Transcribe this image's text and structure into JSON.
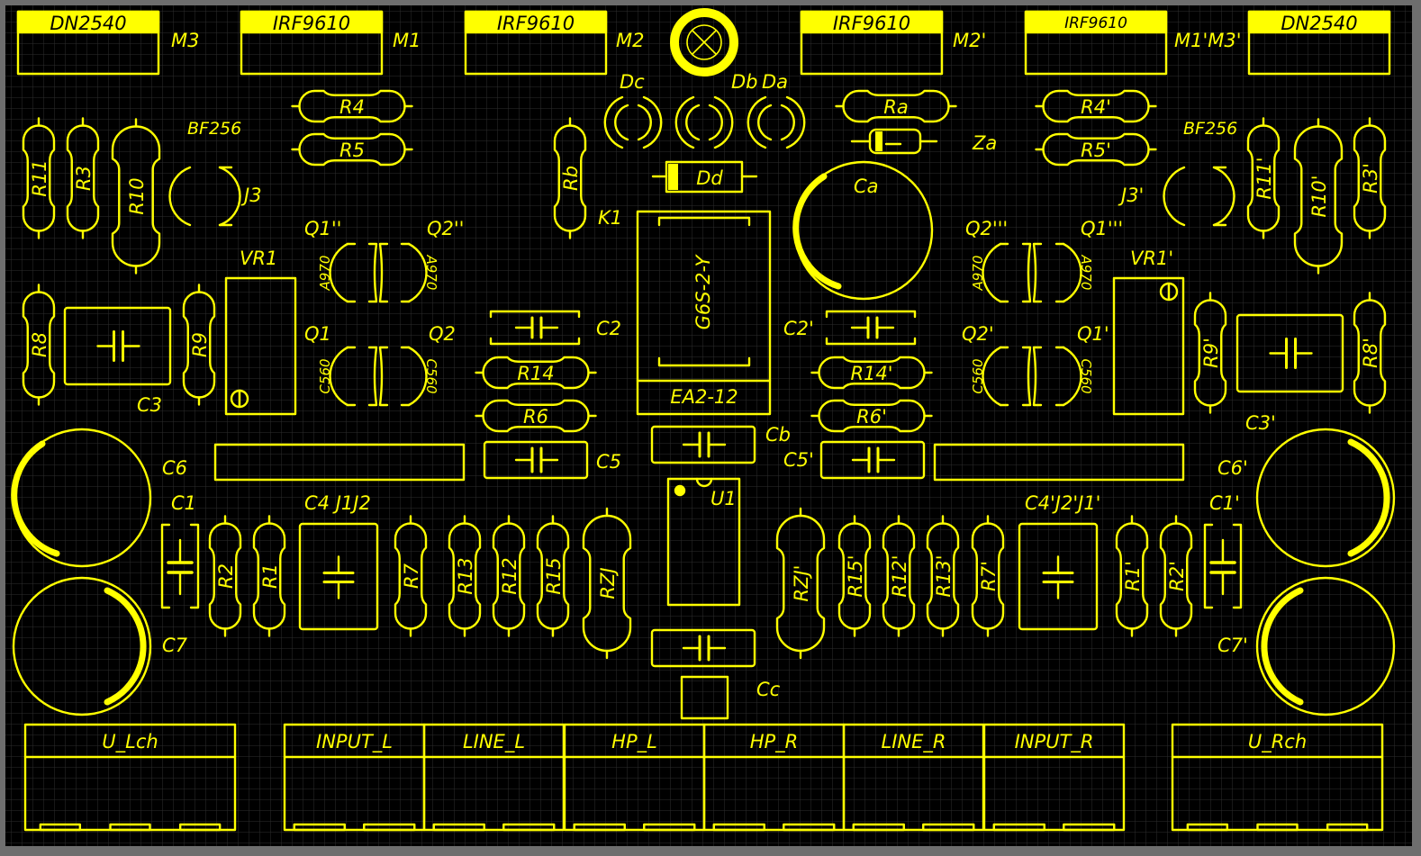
{
  "colors": {
    "background": "#000000",
    "grid": "#333333",
    "border": "#6e6e6e",
    "silk": "#ffff00",
    "fill_text": "#000000"
  },
  "mosfets": [
    {
      "part": "DN2540",
      "ref": "M3"
    },
    {
      "part": "IRF9610",
      "ref": "M1"
    },
    {
      "part": "IRF9610",
      "ref": "M2"
    },
    {
      "part": "IRF9610",
      "ref": "M2'"
    },
    {
      "part": "IRF9610",
      "ref": "M1'M3'"
    },
    {
      "part": "DN2540",
      "ref": ""
    }
  ],
  "resistors": [
    {
      "label": "R4"
    },
    {
      "label": "R5"
    },
    {
      "label": "Ra"
    },
    {
      "label": "R4'"
    },
    {
      "label": "R5'"
    },
    {
      "label": "R11"
    },
    {
      "label": "R3"
    },
    {
      "label": "R10"
    },
    {
      "label": "Rb"
    },
    {
      "label": "R11'"
    },
    {
      "label": "R10'"
    },
    {
      "label": "R3'"
    },
    {
      "label": "R8"
    },
    {
      "label": "R9"
    },
    {
      "label": "R9'"
    },
    {
      "label": "R8'"
    },
    {
      "label": "R14"
    },
    {
      "label": "R6"
    },
    {
      "label": "R14'"
    },
    {
      "label": "R6'"
    },
    {
      "label": "R2"
    },
    {
      "label": "R1"
    },
    {
      "label": "R7"
    },
    {
      "label": "R13"
    },
    {
      "label": "R12"
    },
    {
      "label": "R15"
    },
    {
      "label": "RZJ"
    },
    {
      "label": "RZJ'"
    },
    {
      "label": "R15'"
    },
    {
      "label": "R12'"
    },
    {
      "label": "R13'"
    },
    {
      "label": "R7'"
    },
    {
      "label": "R1'"
    },
    {
      "label": "R2'"
    }
  ],
  "transistor_bodies": [
    {
      "label": "A970"
    },
    {
      "label": "A970"
    },
    {
      "label": "C560"
    },
    {
      "label": "C560"
    },
    {
      "label": "A970"
    },
    {
      "label": "A970"
    },
    {
      "label": "C560"
    },
    {
      "label": "C560"
    }
  ],
  "labels": {
    "Dc": "Dc",
    "Db": "Db",
    "Da": "Da",
    "Dd": "Dd",
    "Za": "Za",
    "BF256_L": "BF256",
    "BF256_R": "BF256",
    "J3": "J3",
    "J3p": "J3'",
    "K1": "K1",
    "Ca": "Ca",
    "Q1pp": "Q1''",
    "Q2pp": "Q2''",
    "Q2ppp": "Q2'''",
    "Q1ppp": "Q1'''",
    "Q1": "Q1",
    "Q2": "Q2",
    "Q2p": "Q2'",
    "Q1p": "Q1'",
    "VR1": "VR1",
    "VR1p": "VR1'",
    "C2": "C2",
    "C2p": "C2'",
    "C3": "C3",
    "C3p": "C3'",
    "C5": "C5",
    "C5p": "C5'",
    "Cb": "Cb",
    "Cc": "Cc",
    "C6": "C6",
    "C6p": "C6'",
    "C1": "C1",
    "C1p": "C1'",
    "C4_J1J2": "C4   J1J2",
    "C4p_J2pJ1p": "C4'J2'J1'",
    "C7": "C7",
    "C7p": "C7'",
    "U1": "U1"
  },
  "relay": {
    "model": "G6S-2-Y",
    "name": "EA2-12"
  },
  "connectors": [
    {
      "label": "U_Lch"
    },
    {
      "label": "INPUT_L"
    },
    {
      "label": "LINE_L"
    },
    {
      "label": "HP_L"
    },
    {
      "label": "HP_R"
    },
    {
      "label": "LINE_R"
    },
    {
      "label": "INPUT_R"
    },
    {
      "label": "U_Rch"
    }
  ]
}
